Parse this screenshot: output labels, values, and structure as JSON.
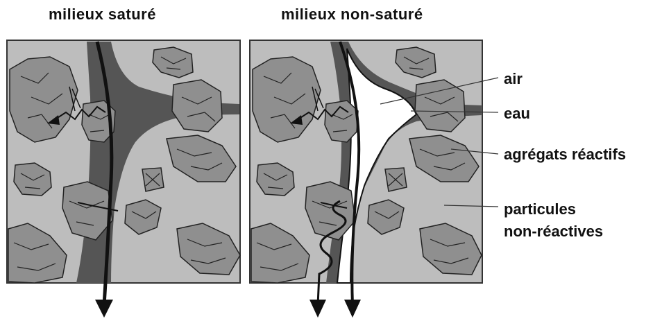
{
  "titles": {
    "saturated": "milieux saturé",
    "unsaturated": "milieux non-saturé"
  },
  "legend": {
    "air": "air",
    "eau": "eau",
    "agregats": "agrégats réactifs",
    "particules_line1": "particules",
    "particules_line2": "non-réactives"
  },
  "colors": {
    "background_particles": "#bdbdbd",
    "aggregate_fill": "#8f8f8f",
    "water": "#555555",
    "air": "#ffffff",
    "outline": "#111111"
  }
}
